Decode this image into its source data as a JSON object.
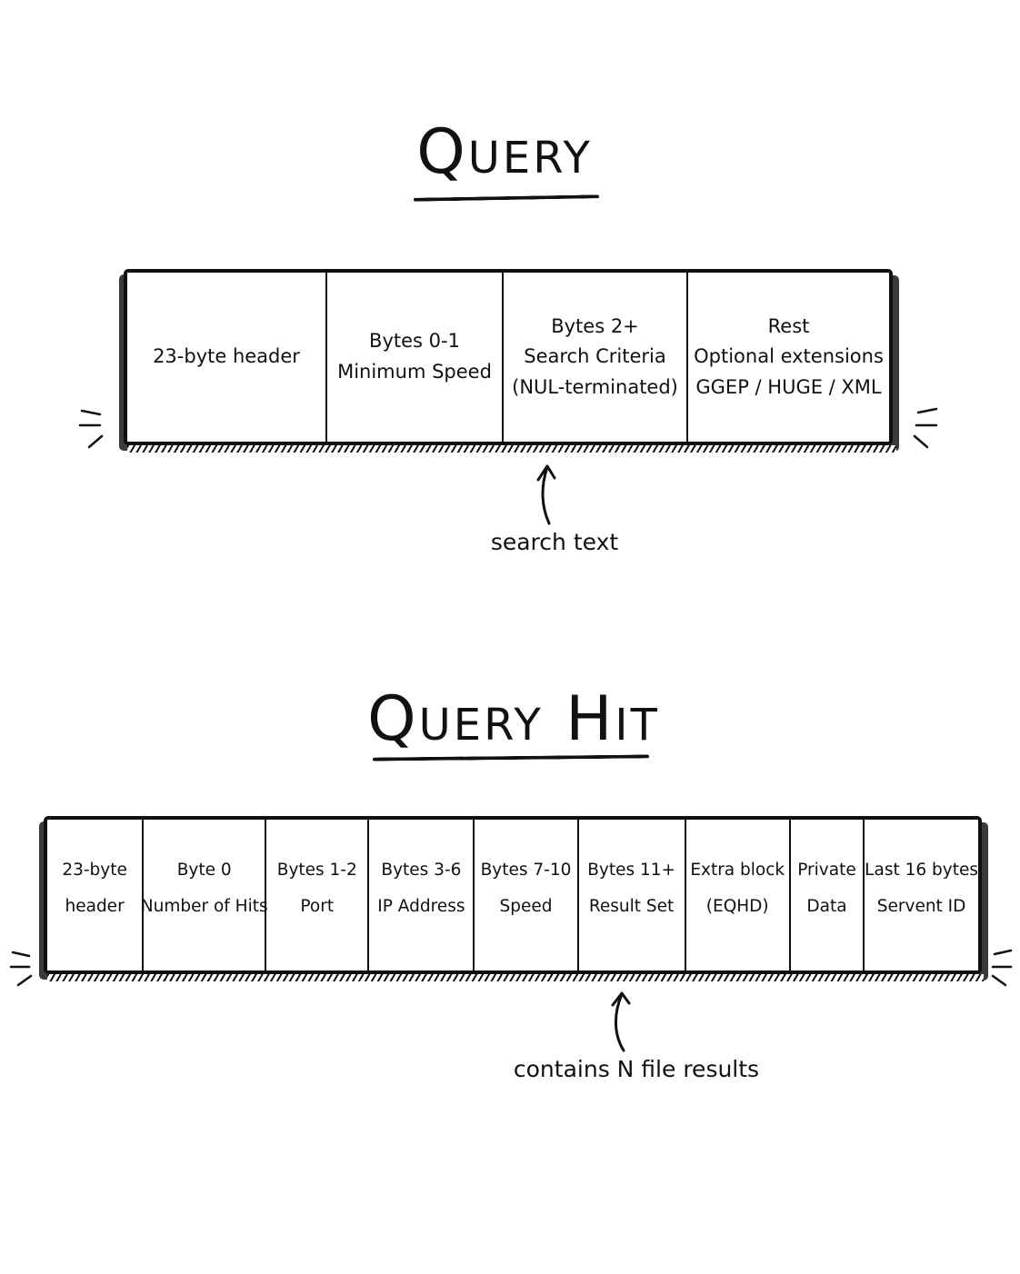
{
  "query": {
    "title": "Query",
    "cells": [
      {
        "lines": [
          "23-byte header"
        ]
      },
      {
        "lines": [
          "Bytes 0-1",
          "Minimum Speed"
        ]
      },
      {
        "lines": [
          "Bytes 2+",
          "Search Criteria",
          "(NUL-terminated)"
        ]
      },
      {
        "lines": [
          "Rest",
          "Optional extensions",
          "GGEP / HUGE / XML"
        ]
      }
    ],
    "annotation": "search text"
  },
  "query_hit": {
    "title": "Query Hit",
    "cells": [
      {
        "lines": [
          "23-byte",
          "header"
        ]
      },
      {
        "lines": [
          "Byte 0",
          "Number of Hits"
        ]
      },
      {
        "lines": [
          "Bytes 1-2",
          "Port"
        ]
      },
      {
        "lines": [
          "Bytes 3-6",
          "IP Address"
        ]
      },
      {
        "lines": [
          "Bytes 7-10",
          "Speed"
        ]
      },
      {
        "lines": [
          "Bytes 11+",
          "Result Set"
        ]
      },
      {
        "lines": [
          "Extra block",
          "(EQHD)"
        ]
      },
      {
        "lines": [
          "Private",
          "Data"
        ]
      },
      {
        "lines": [
          "Last 16 bytes",
          "Servent ID"
        ]
      }
    ],
    "annotation": "contains N file results"
  }
}
